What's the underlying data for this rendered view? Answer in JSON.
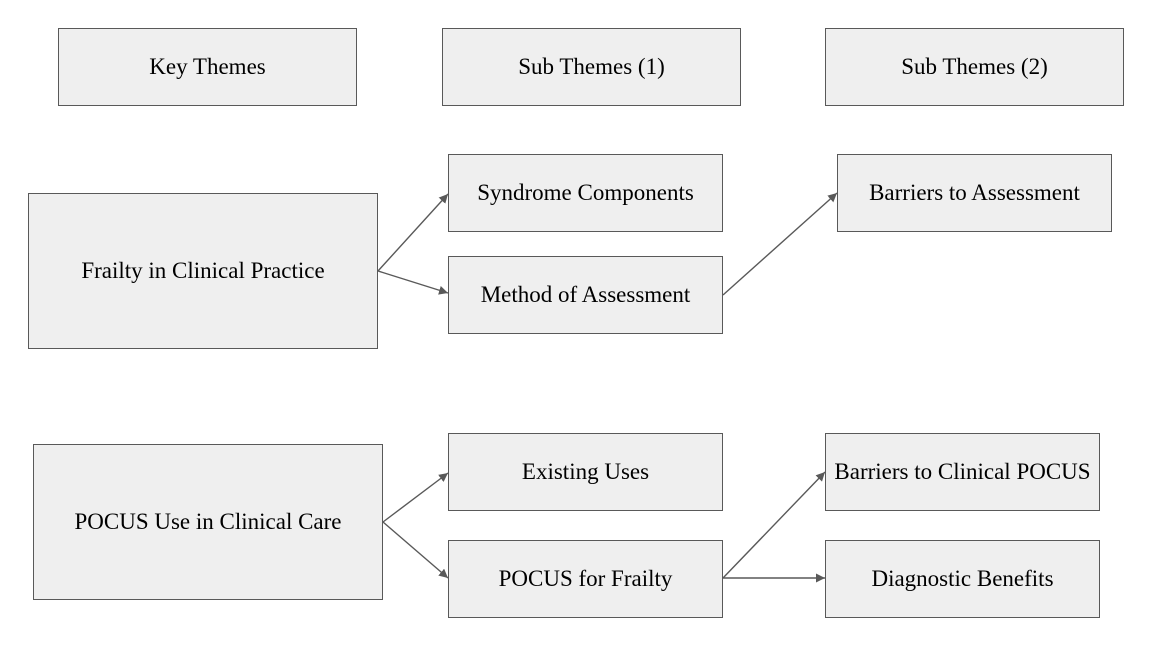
{
  "headers": {
    "key": "Key Themes",
    "sub1": "Sub Themes (1)",
    "sub2": "Sub Themes (2)"
  },
  "nodes": {
    "frailty": "Frailty in Clinical Practice",
    "syndrome": "Syndrome Components",
    "method": "Method of Assessment",
    "barriers_assessment": "Barriers to Assessment",
    "pocus_use": "POCUS Use in Clinical Care",
    "existing": "Existing Uses",
    "pocus_frailty": "POCUS for Frailty",
    "barriers_pocus": "Barriers to Clinical POCUS",
    "diagnostic": "Diagnostic Benefits"
  },
  "colors": {
    "box_fill": "#efefef",
    "box_border": "#595959",
    "connector": "#595959"
  }
}
